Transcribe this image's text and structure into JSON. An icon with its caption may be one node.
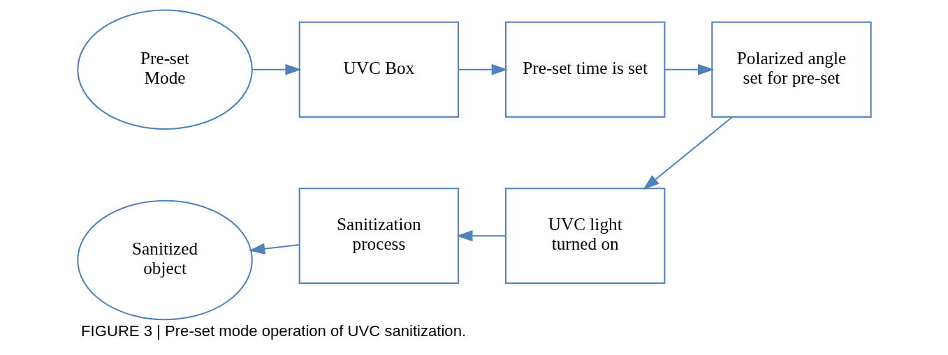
{
  "diagram": {
    "caption": "FIGURE 3 | Pre-set mode operation of UVC sanitization.",
    "nodes": [
      {
        "text": [
          "Pre-set Mode"
        ]
      },
      {
        "text": [
          "UVC Box"
        ]
      },
      {
        "text": [
          "Pre-set time is set"
        ]
      },
      {
        "text": [
          "Polarized angle set for pre-set"
        ]
      },
      {
        "text": [
          "Sanitized object"
        ]
      },
      {
        "text": [
          "Sanitization process"
        ]
      },
      {
        "text": [
          "UVC light turned on"
        ]
      }
    ],
    "edges": [
      {
        "from": 0,
        "to": 1,
        "arrow": "to"
      },
      {
        "from": 1,
        "to": 2,
        "arrow": "to"
      },
      {
        "from": 2,
        "to": 3,
        "arrow": "to"
      },
      {
        "from": 3,
        "to": 6,
        "arrow": "to"
      },
      {
        "from": 6,
        "to": 5,
        "arrow": "to"
      },
      {
        "from": 5,
        "to": 4,
        "arrow": "to"
      }
    ]
  }
}
